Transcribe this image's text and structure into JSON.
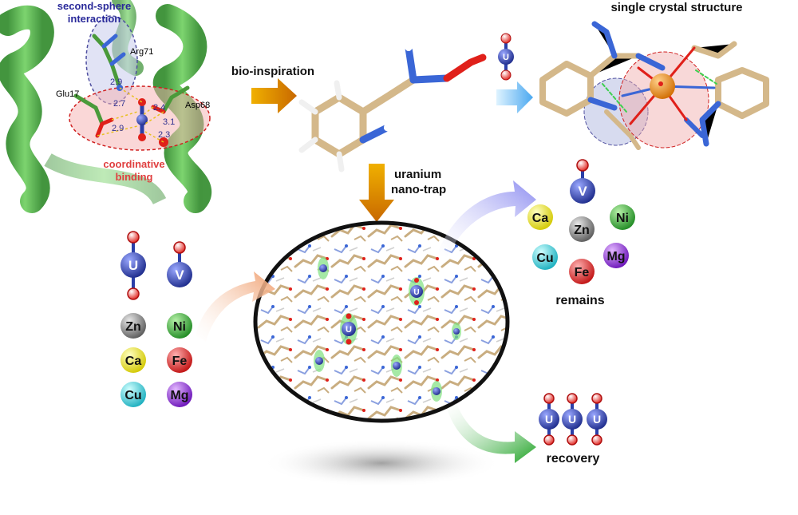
{
  "protein_panel": {
    "title_line1": "second-sphere",
    "title_line2": "interaction",
    "binding_line1": "coordinative",
    "binding_line2": "binding",
    "residues": [
      "Arg71",
      "Glu17",
      "Asp68"
    ],
    "distances": [
      "2.9",
      "2.7",
      "2.4",
      "2.9",
      "3.1",
      "2.3"
    ]
  },
  "arrows": {
    "bio_inspiration": "bio-inspiration",
    "trap_line1": "uranium",
    "trap_line2": "nano-trap"
  },
  "crystal": {
    "title": "single crystal structure"
  },
  "ions": {
    "uranyl": "U",
    "vanadyl": "V",
    "zn": "Zn",
    "ni": "Ni",
    "ca": "Ca",
    "fe": "Fe",
    "cu": "Cu",
    "mg": "Mg"
  },
  "outputs": {
    "remains": "remains",
    "recovery": "recovery"
  },
  "colors": {
    "arrow_orange": "#d98a00",
    "helix_green": "#4dae3c",
    "uranium_blue": "#2b3fa8",
    "zn_gray": "#7c7c7c",
    "ni_green": "#3fa83a",
    "ca_yellow": "#e6e000",
    "fe_red": "#e61c1c",
    "cu_cyan": "#2cc6d6",
    "mg_purple": "#8a2bd6",
    "carbon_tan": "#d4b88a",
    "nitrogen_blue": "#3a66d6",
    "oxygen_red": "#e0201a"
  }
}
